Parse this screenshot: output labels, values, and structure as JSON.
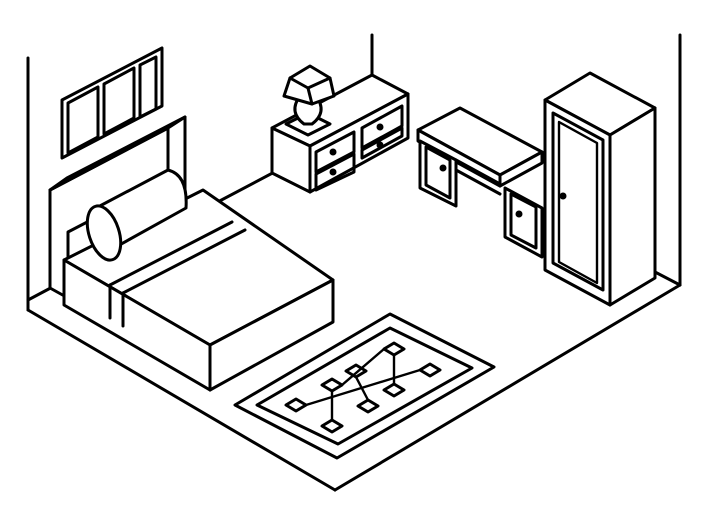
{
  "scene": {
    "style": "isometric line-art coloring page",
    "background_color": "#ffffff",
    "line_color": "#000000",
    "objects": [
      "bed",
      "pillow",
      "window",
      "nightstand",
      "table-lamp",
      "desk",
      "wardrobe",
      "rug"
    ]
  }
}
